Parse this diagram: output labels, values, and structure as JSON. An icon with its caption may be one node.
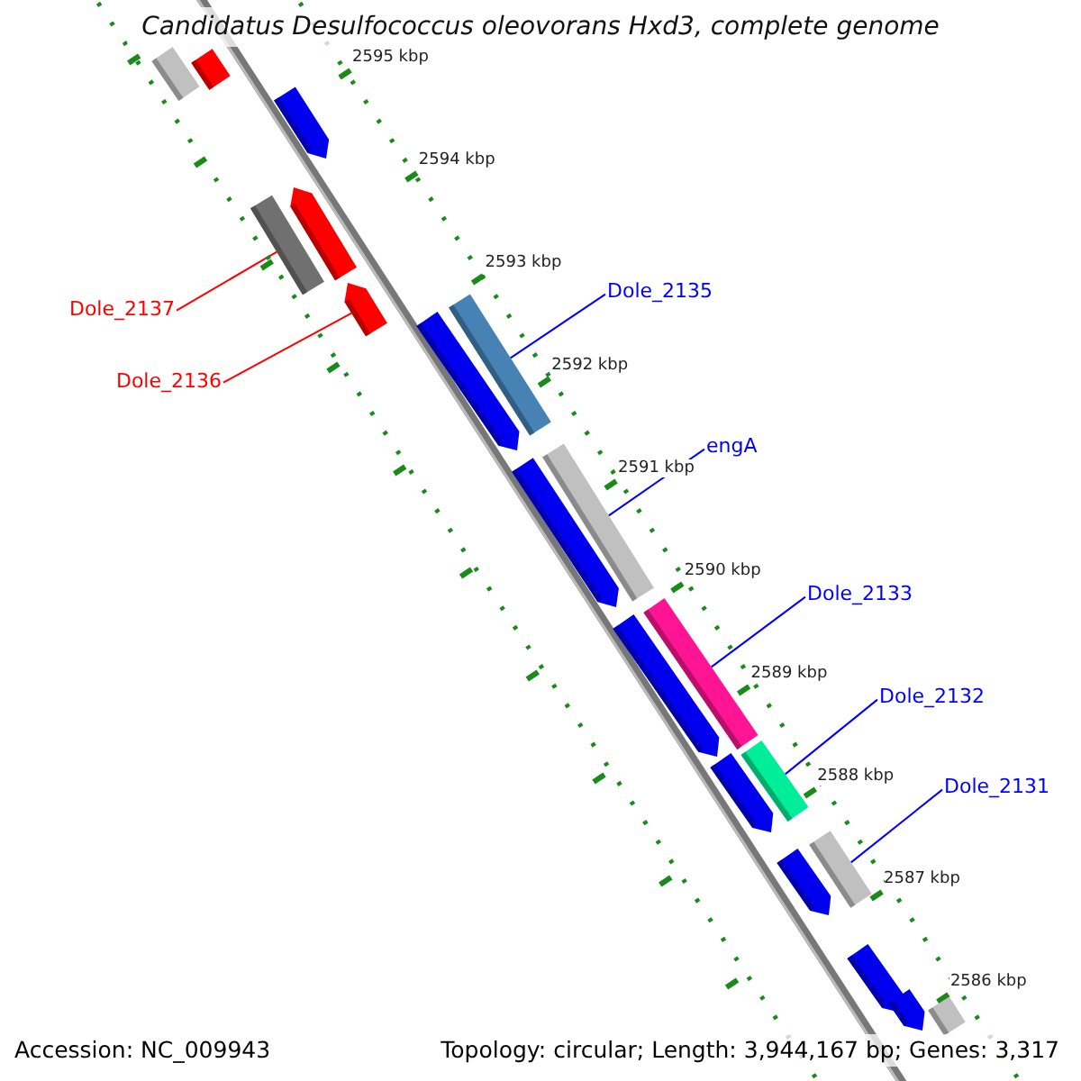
{
  "diagram": {
    "title": "Candidatus Desulfococcus oleovorans Hxd3, complete genome",
    "nodes": [
      {
        "text": [
          "Dole_2135"
        ]
      },
      {
        "text": [
          "Dole_2137"
        ]
      },
      {
        "text": [
          "Dole_2136"
        ]
      },
      {
        "text": [
          "engA"
        ]
      },
      {
        "text": [
          "Dole_2133"
        ]
      },
      {
        "text": [
          "Dole_2132"
        ]
      },
      {
        "text": [
          "Dole_2131"
        ]
      },
      {
        "text": [],
        "shape": "bar"
      },
      {
        "text": [],
        "shape": "bar"
      },
      {
        "text": [],
        "shape": "arrow"
      },
      {
        "text": [],
        "shape": "arrow"
      },
      {
        "text": [],
        "shape": "bar"
      },
      {
        "text": [],
        "shape": "arrow"
      },
      {
        "text": [],
        "shape": "bar"
      },
      {
        "text": [],
        "shape": "arrow"
      },
      {
        "text": [],
        "shape": "bar"
      },
      {
        "text": [],
        "shape": "arrow"
      },
      {
        "text": [],
        "shape": "bar"
      },
      {
        "text": [],
        "shape": "arrow"
      },
      {
        "text": [],
        "shape": "bar"
      },
      {
        "text": [],
        "shape": "arrow"
      },
      {
        "text": [],
        "shape": "bar"
      },
      {
        "text": [],
        "shape": "arrow"
      },
      {
        "text": [],
        "shape": "arrow"
      },
      {
        "text": [],
        "shape": "arrow"
      },
      {
        "text": [],
        "shape": "bar"
      }
    ],
    "edges": [
      {
        "from": 0,
        "to": 13,
        "arrow": "none"
      },
      {
        "from": 1,
        "to": 11,
        "arrow": "none",
        "color": "#ff0000"
      },
      {
        "from": 2,
        "to": 12,
        "arrow": "none",
        "color": "#ff0000"
      },
      {
        "from": 3,
        "to": 15,
        "arrow": "none"
      },
      {
        "from": 4,
        "to": 17,
        "arrow": "none"
      },
      {
        "from": 5,
        "to": 19,
        "arrow": "none"
      },
      {
        "from": 6,
        "to": 21,
        "arrow": "none"
      }
    ],
    "labels": [
      "2595 kbp",
      "2594 kbp",
      "2593 kbp",
      "2592 kbp",
      "2591 kbp",
      "2590 kbp",
      "2589 kbp",
      "2588 kbp",
      "2587 kbp",
      "2586 kbp",
      "Accession: NC_009943",
      "Topology: circular; Length: 3,944,167 bp; Genes: 3,317"
    ]
  }
}
